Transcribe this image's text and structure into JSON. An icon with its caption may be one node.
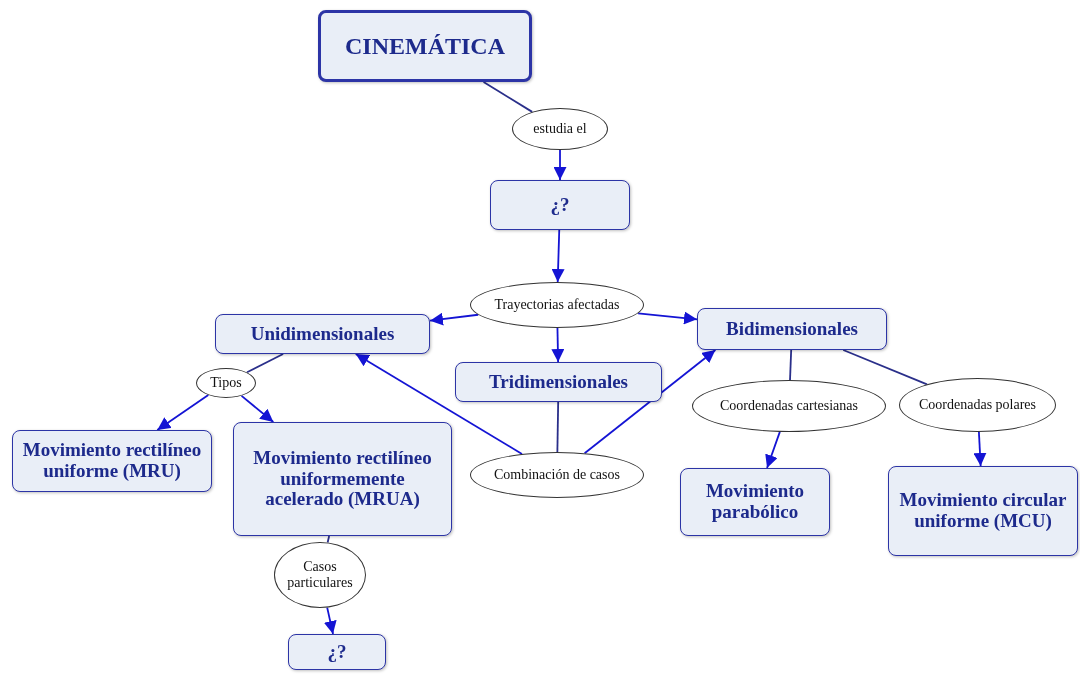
{
  "diagram": {
    "nodes": [
      {
        "text": [
          "CINEMÁTICA"
        ]
      },
      {
        "text": [
          "estudia el"
        ]
      },
      {
        "text": [
          "¿?"
        ]
      },
      {
        "text": [
          "Trayectorias afectadas"
        ]
      },
      {
        "text": [
          "Unidimensionales"
        ]
      },
      {
        "text": [
          "Tridimensionales"
        ]
      },
      {
        "text": [
          "Bidimensionales"
        ]
      },
      {
        "text": [
          "Tipos"
        ]
      },
      {
        "text": [
          "Movimiento rectilíneo uniforme (MRU)"
        ]
      },
      {
        "text": [
          "Movimiento rectilíneo uniformemente acelerado (MRUA)"
        ]
      },
      {
        "text": [
          "Combinación de casos"
        ]
      },
      {
        "text": [
          "Coordenadas cartesianas"
        ]
      },
      {
        "text": [
          "Coordenadas polares"
        ]
      },
      {
        "text": [
          "Movimiento parabólico"
        ]
      },
      {
        "text": [
          "Movimiento circular uniforme (MCU)"
        ]
      },
      {
        "text": [
          "Casos particulares"
        ]
      },
      {
        "text": [
          "¿?"
        ]
      }
    ],
    "edges": [
      {
        "from": 0,
        "to": 1,
        "arrow": "none"
      },
      {
        "from": 1,
        "to": 2,
        "arrow": "to"
      },
      {
        "from": 2,
        "to": 3,
        "arrow": "to"
      },
      {
        "from": 3,
        "to": 4,
        "arrow": "to"
      },
      {
        "from": 3,
        "to": 5,
        "arrow": "to"
      },
      {
        "from": 3,
        "to": 6,
        "arrow": "to"
      },
      {
        "from": 4,
        "to": 7,
        "arrow": "none"
      },
      {
        "from": 7,
        "to": 8,
        "arrow": "to"
      },
      {
        "from": 7,
        "to": 9,
        "arrow": "to"
      },
      {
        "from": 9,
        "to": 15,
        "arrow": "none"
      },
      {
        "from": 15,
        "to": 16,
        "arrow": "to"
      },
      {
        "from": 5,
        "to": 10,
        "arrow": "none"
      },
      {
        "from": 10,
        "to": 4,
        "arrow": "to"
      },
      {
        "from": 10,
        "to": 6,
        "arrow": "to"
      },
      {
        "from": 6,
        "to": 11,
        "arrow": "none"
      },
      {
        "from": 6,
        "to": 12,
        "arrow": "none"
      },
      {
        "from": 11,
        "to": 13,
        "arrow": "to"
      },
      {
        "from": 12,
        "to": 14,
        "arrow": "to"
      }
    ]
  }
}
